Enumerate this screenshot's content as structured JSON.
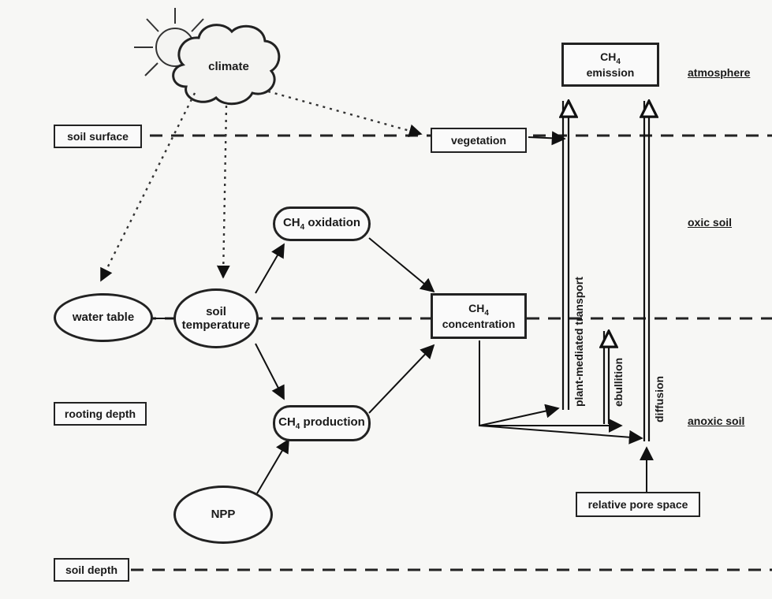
{
  "nodes": {
    "climate": "climate",
    "ch4_emission_line1": "CH",
    "ch4_emission_sub": "4",
    "ch4_emission_line2": "emission",
    "vegetation": "vegetation",
    "ch4_oxidation_prefix": "CH",
    "ch4_oxidation_sub": "4",
    "ch4_oxidation_suffix": " oxidation",
    "water_table": "water table",
    "soil_temperature_line1": "soil",
    "soil_temperature_line2": "temperature",
    "ch4_concentration_line1": "CH",
    "ch4_concentration_sub": "4",
    "ch4_concentration_line2": "concentration",
    "ch4_production_prefix": "CH",
    "ch4_production_sub": "4",
    "ch4_production_suffix": " production",
    "npp": "NPP",
    "relative_pore_space": "relative pore space"
  },
  "side_labels": {
    "soil_surface": "soil surface",
    "rooting_depth": "rooting depth",
    "soil_depth": "soil depth"
  },
  "zones": {
    "atmosphere": "atmosphere",
    "oxic_soil": "oxic soil",
    "anoxic_soil": "anoxic soil"
  },
  "pathways": {
    "plant_mediated": "plant-mediated transport",
    "ebullition": "ebullition",
    "diffusion": "diffusion"
  }
}
